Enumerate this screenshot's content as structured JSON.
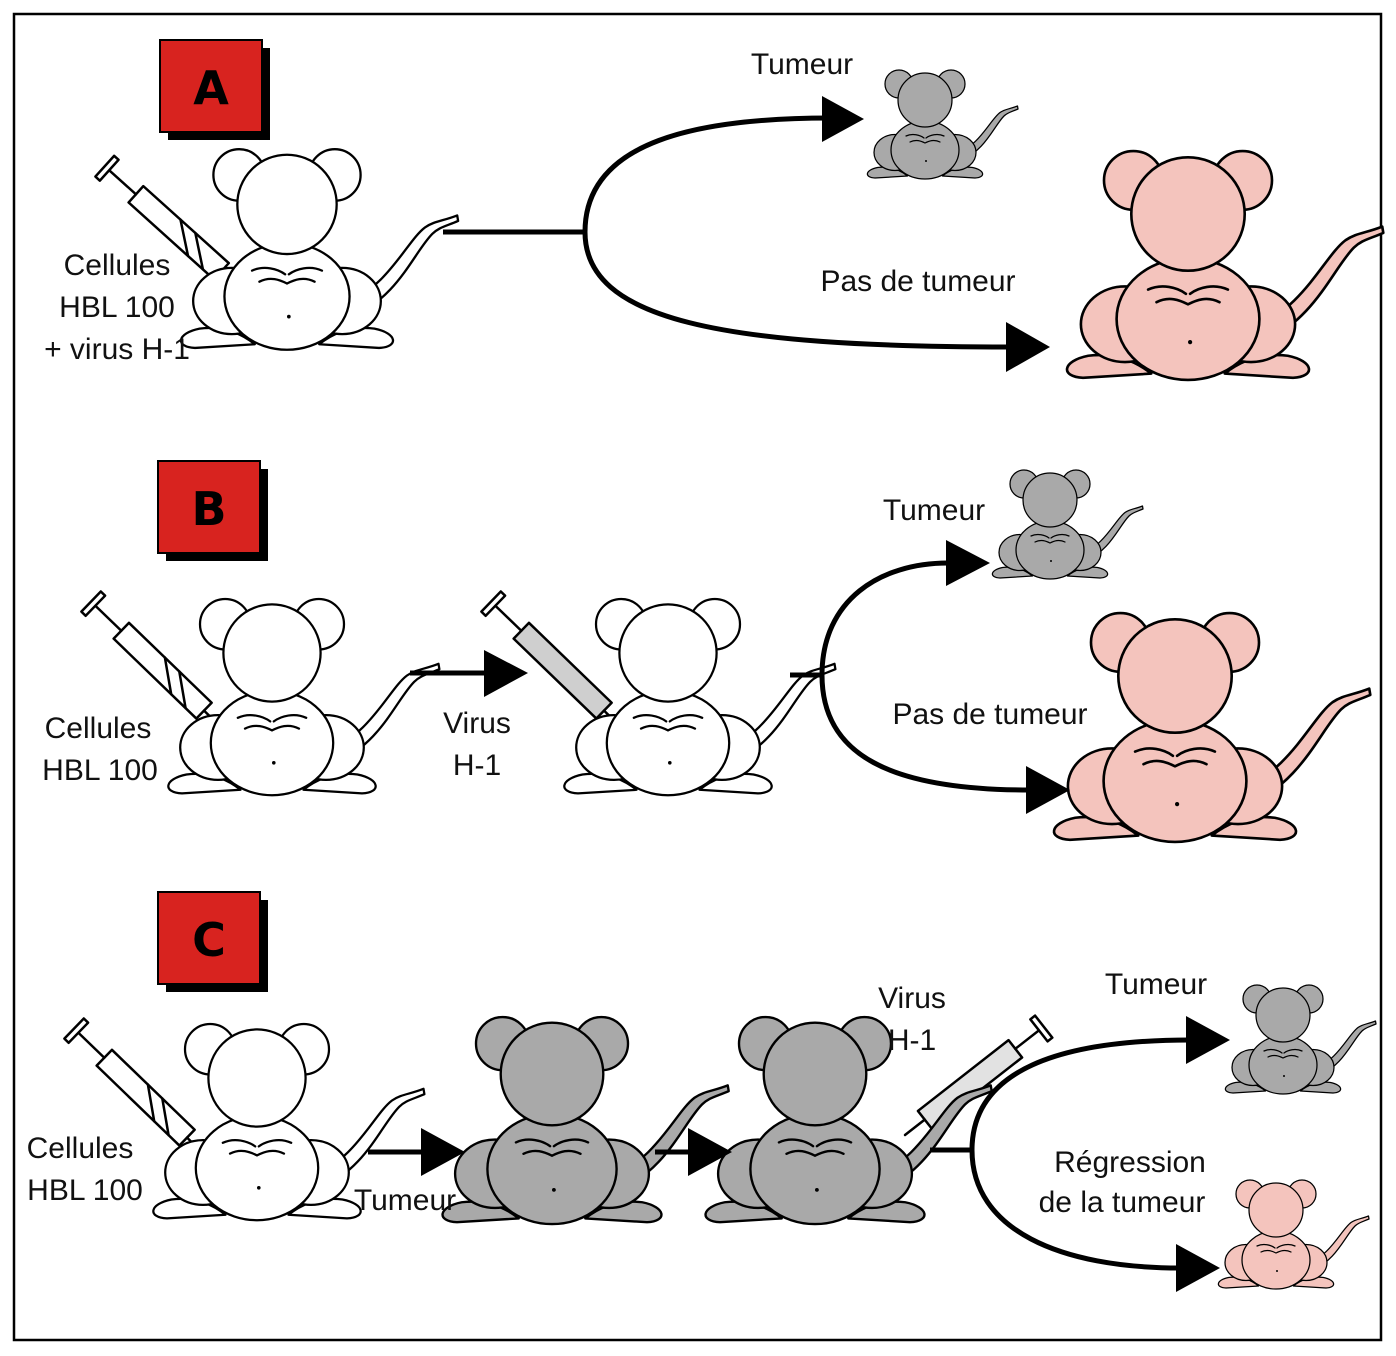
{
  "panels": [
    {
      "letter": "A"
    },
    {
      "letter": "B"
    },
    {
      "letter": "C"
    }
  ],
  "labels": {
    "a_cells_line1": "Cellules",
    "a_cells_line2": "HBL 100",
    "a_cells_line3": "+ virus H-1",
    "a_tumor": "Tumeur",
    "a_no_tumor": "Pas de tumeur",
    "b_cells_line1": "Cellules",
    "b_cells_line2": "HBL 100",
    "b_virus_line1": "Virus",
    "b_virus_line2": "H-1",
    "b_tumor": "Tumeur",
    "b_no_tumor": "Pas de tumeur",
    "c_cells_line1": "Cellules",
    "c_cells_line2": "HBL 100",
    "c_tumor_mid": "Tumeur",
    "c_virus_line1": "Virus",
    "c_virus_line2": "H-1",
    "c_tumor": "Tumeur",
    "c_regression_line1": "Régression",
    "c_regression_line2": "de la tumeur"
  },
  "colors": {
    "badge": "#d8231f",
    "healthy_mouse": "#f4c4bd",
    "tumor_mouse": "#a9a9a9",
    "injected_mouse": "#ffffff"
  }
}
